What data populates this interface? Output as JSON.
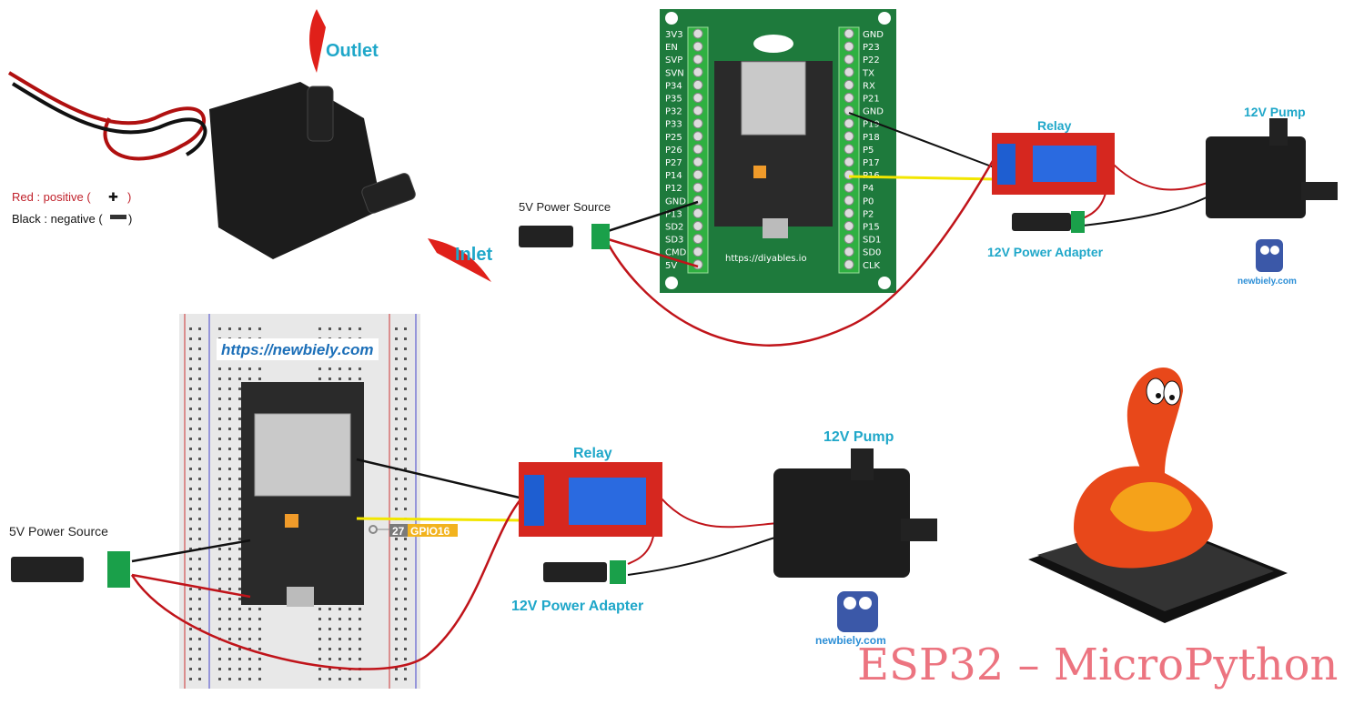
{
  "pump_photo": {
    "outlet_label": "Outlet",
    "inlet_label": "Inlet",
    "legend_red": "Red   : positive  (",
    "legend_black": "Black : negative (",
    "legend_close": ")"
  },
  "top_diagram": {
    "power_source_label": "5V Power Source",
    "board_url": "https://diyables.io",
    "left_pins": [
      "3V3",
      "EN",
      "SVP",
      "SVN",
      "P34",
      "P35",
      "P32",
      "P33",
      "P25",
      "P26",
      "P27",
      "P14",
      "P12",
      "GND",
      "P13",
      "SD2",
      "SD3",
      "CMD",
      "5V"
    ],
    "right_pins": [
      "GND",
      "P23",
      "P22",
      "TX",
      "RX",
      "P21",
      "GND",
      "P19",
      "P18",
      "P5",
      "P17",
      "P16",
      "P4",
      "P0",
      "P2",
      "P15",
      "SD1",
      "SD0",
      "CLK"
    ],
    "relay_label": "Relay",
    "pump_label": "12V Pump",
    "adapter_label": "12V Power Adapter",
    "watermark": "newbiely.com"
  },
  "bottom_diagram": {
    "power_source_label": "5V Power Source",
    "breadboard_url": "https://newbiely.com",
    "pin_number": "27",
    "pin_name": "GPIO16",
    "relay_label": "Relay",
    "pump_label": "12V Pump",
    "adapter_label": "12V Power Adapter",
    "watermark": "newbiely.com"
  },
  "footer_title": "ESP32 – MicroPython",
  "colors": {
    "label_blue": "#1fa7c9",
    "board_green": "#1e7a3c",
    "wire_red": "#c0141a",
    "wire_black": "#111111",
    "wire_yellow": "#f2e600",
    "title_pink": "#ec7480"
  }
}
